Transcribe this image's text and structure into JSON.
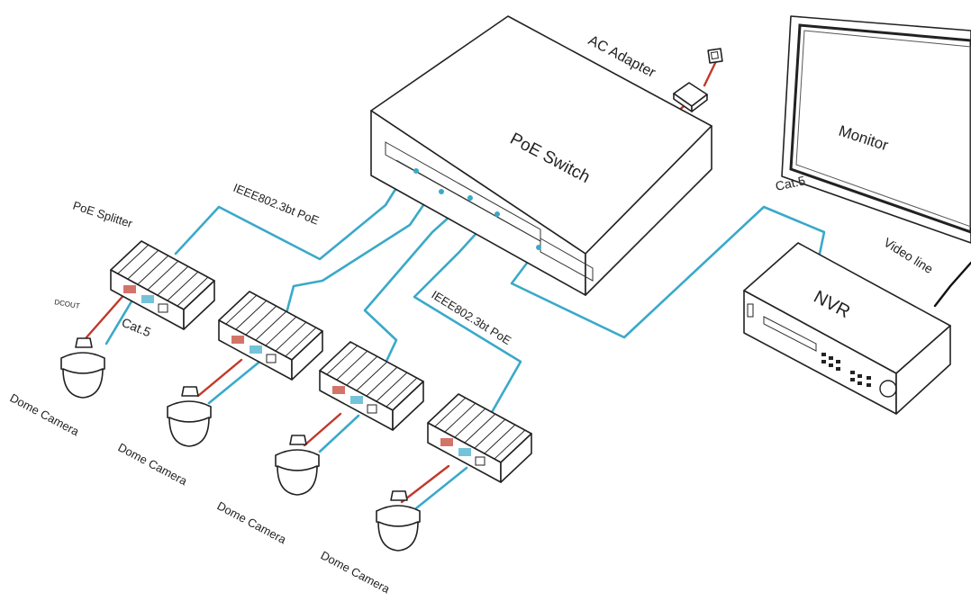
{
  "labels": {
    "poe_switch": "PoE Switch",
    "ac_adapter": "AC Adapter",
    "monitor": "Monitor",
    "nvr": "NVR",
    "video_line": "Video line",
    "cat5_top": "Cat.5",
    "cat5_left": "Cat.5",
    "poe_splitter": "PoE Splitter",
    "dc_out": "DCOUT",
    "ieee_1": "IEEE802.3bt PoE",
    "ieee_2": "IEEE802.3bt PoE",
    "cameras": [
      "Dome Camera",
      "Dome Camera",
      "Dome Camera",
      "Dome Camera"
    ]
  },
  "colors": {
    "ethernet_cable": "#3aa9c9",
    "power_cable": "#c0392b",
    "video_cable": "#111111",
    "outline": "#222222"
  },
  "icons": [
    "poe-switch-device",
    "ac-adapter-icon",
    "wall-socket-icon",
    "monitor-icon",
    "nvr-device",
    "poe-splitter-device",
    "dome-camera-icon"
  ]
}
